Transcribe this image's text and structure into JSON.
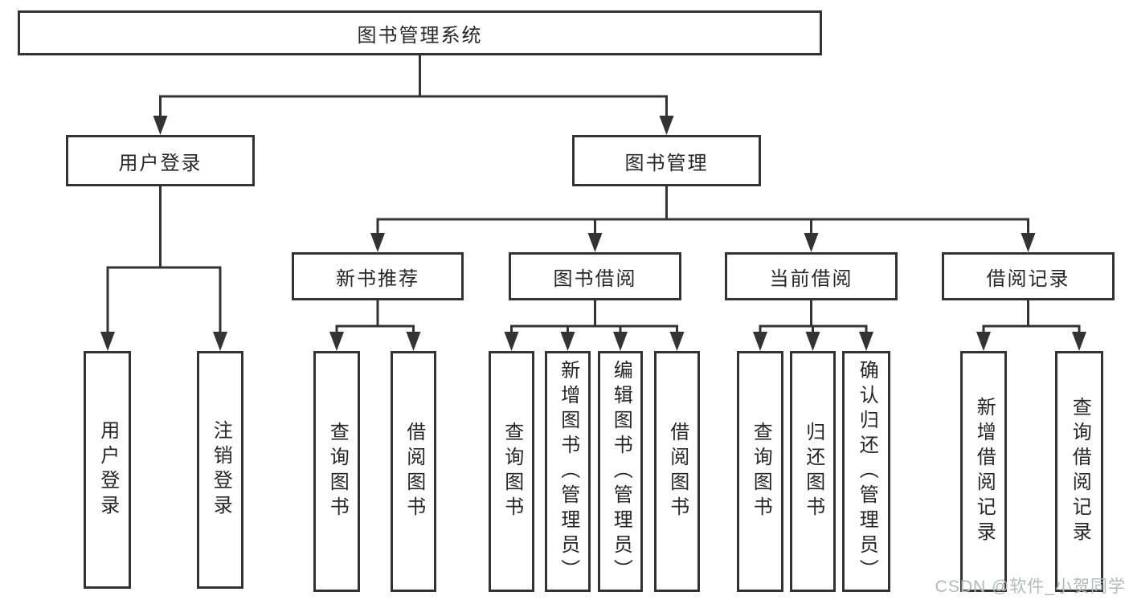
{
  "diagram_type": "tree",
  "nodes": {
    "root": "图书管理系统",
    "branches": [
      {
        "label": "用户登录",
        "leaves": [
          "用户登录",
          "注销登录"
        ]
      },
      {
        "label": "图书管理",
        "sub": [
          {
            "label": "新书推荐",
            "leaves": [
              "查询图书",
              "借阅图书"
            ]
          },
          {
            "label": "图书借阅",
            "leaves": [
              "查询图书",
              "新增图书（管理员）",
              "编辑图书（管理员）",
              "借阅图书"
            ]
          },
          {
            "label": "当前借阅",
            "leaves": [
              "查询图书",
              "归还图书",
              "确认归还（管理员）"
            ]
          },
          {
            "label": "借阅记录",
            "leaves": [
              "新增借阅记录",
              "查询借阅记录"
            ]
          }
        ]
      }
    ]
  },
  "watermark": "CSDN @软件_小贺同学",
  "colors": {
    "line": "#333333",
    "box_border": "#333333",
    "text": "#262626",
    "watermark": "#b4b8bd",
    "background": "#ffffff"
  }
}
